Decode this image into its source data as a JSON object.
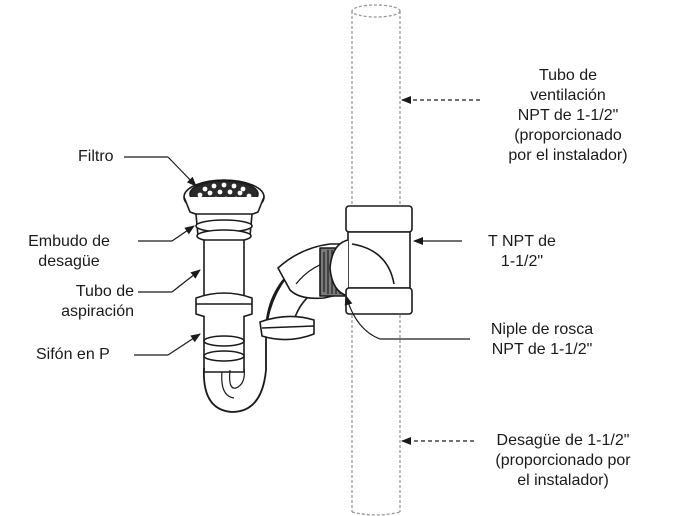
{
  "labels": {
    "filtro": "Filtro",
    "embudo": [
      "Embudo de",
      "desagüe"
    ],
    "tubo_aspiracion": [
      "Tubo de",
      "aspiración"
    ],
    "sifon": "Sifón en P",
    "tubo_ventilacion": [
      "Tubo de",
      "ventilación",
      "NPT de 1-1/2\"",
      "(proporcionado",
      "por el instalador)"
    ],
    "t_npt": [
      "T NPT de",
      "1-1/2\""
    ],
    "niple": [
      "Niple de rosca",
      "NPT de 1-1/2\""
    ],
    "desague": [
      "Desagüe de 1-1/2\"",
      "(proporcionado por",
      "el instalador)"
    ]
  }
}
